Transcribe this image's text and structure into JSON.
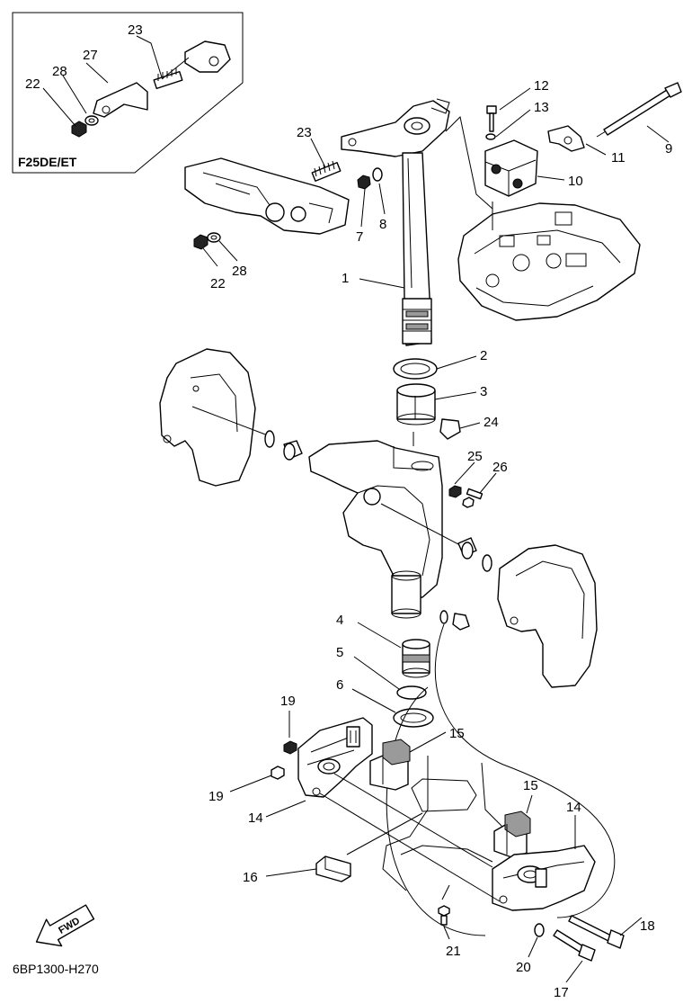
{
  "inset": {
    "label": "F25DE/ET"
  },
  "drawing_code": "6BP1300-H270",
  "fwd_label": "FWD",
  "callouts": {
    "c1": "1",
    "c2": "2",
    "c3": "3",
    "c4": "4",
    "c5": "5",
    "c6": "6",
    "c7": "7",
    "c8": "8",
    "c9": "9",
    "c10": "10",
    "c11": "11",
    "c12": "12",
    "c13": "13",
    "c14a": "14",
    "c14b": "14",
    "c15a": "15",
    "c15b": "15",
    "c16": "16",
    "c17": "17",
    "c18": "18",
    "c19a": "19",
    "c19b": "19",
    "c20": "20",
    "c21": "21",
    "c22a": "22",
    "c22b": "22",
    "c23a": "23",
    "c23b": "23",
    "c24": "24",
    "c25": "25",
    "c26": "26",
    "c27": "27",
    "c28a": "28",
    "c28b": "28"
  },
  "colors": {
    "line": "#000000",
    "background": "#ffffff",
    "shade": "#9a9a9a"
  }
}
